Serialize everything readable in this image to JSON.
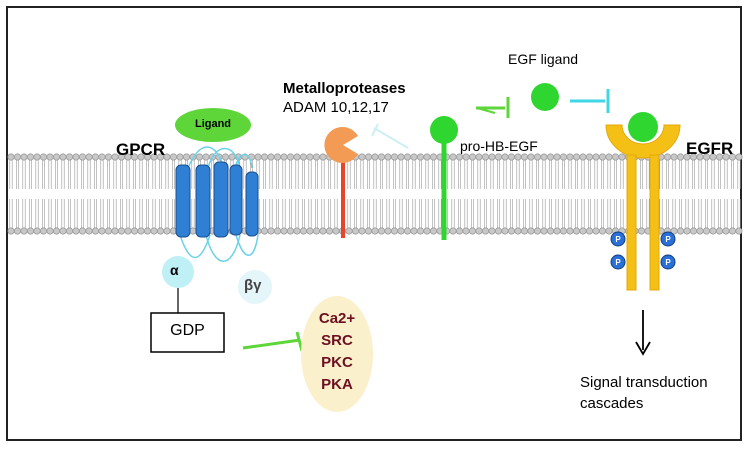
{
  "labels": {
    "gpcr": "GPCR",
    "ligand": "Ligand",
    "alpha": "α",
    "beta_gamma": "βγ",
    "gdp": "GDP",
    "metalloproteases": "Metalloproteases",
    "adam": "ADAM 10,12,17",
    "pro_hb_egf": "pro-HB-EGF",
    "egf_ligand": "EGF ligand",
    "egfr": "EGFR",
    "phospho": "P",
    "signal_line1": "Signal transduction",
    "signal_line2": "cascades"
  },
  "second_messengers": [
    "Ca2+",
    "SRC",
    "PKC",
    "PKA"
  ],
  "colors": {
    "membrane_head": "#c8c8c8",
    "gpcr_helix": "#2f7fd4",
    "ligand": "#5ed63a",
    "alpha_subunit": "#bff0f6",
    "metalloprotease": "#f39a55",
    "metalloprotease_stem": "#e8442a",
    "hb_egf": "#2fd62f",
    "egfr": "#f5c016",
    "phospho": "#2a70d8",
    "inhibit_cyan": "#3fd6e6",
    "inhibit_green": "#5ed63a",
    "second_messenger_bg": "#fbf0cc",
    "second_messenger_text": "#6b1020"
  }
}
